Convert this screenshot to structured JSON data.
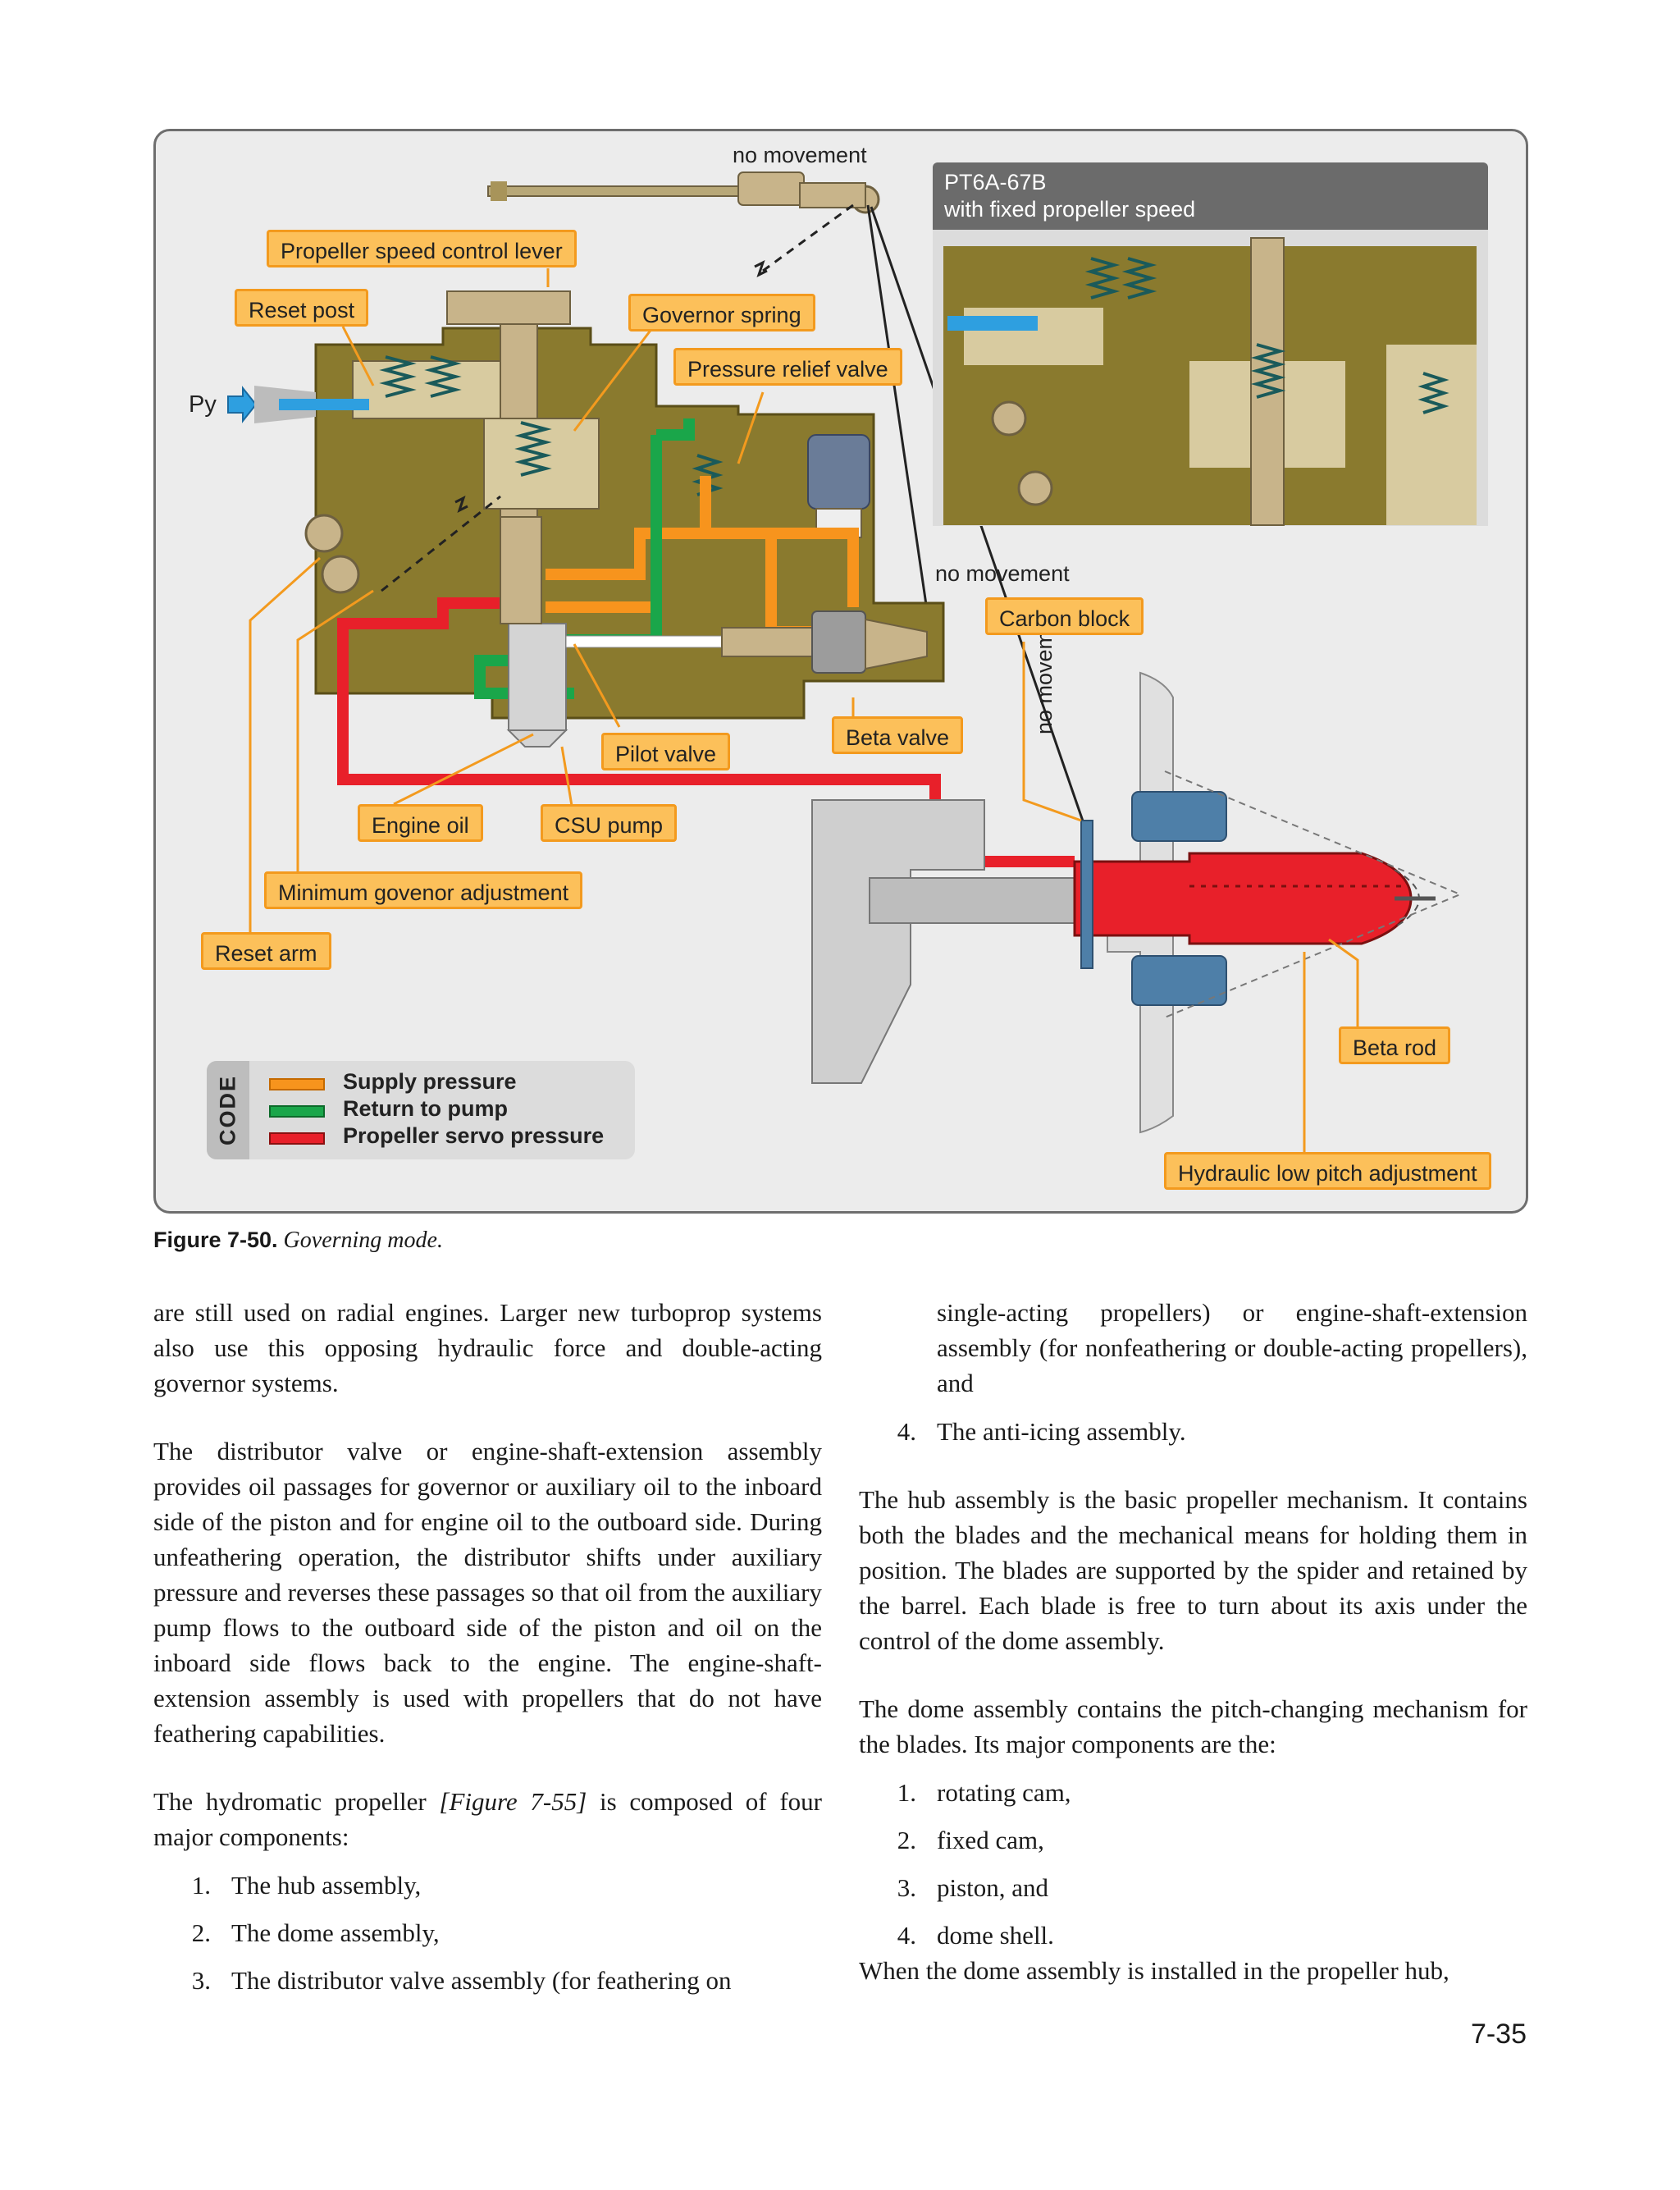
{
  "figure": {
    "inset": {
      "model": "PT6A-67B",
      "subtitle": "with fixed propeller speed"
    },
    "labels": {
      "no_movement_top": "no movement",
      "no_movement_mid": "no movement",
      "no_movement_vertical": "no movement",
      "py": "Py",
      "propeller_speed_control_lever": "Propeller speed control lever",
      "reset_post": "Reset post",
      "governor_spring": "Governor spring",
      "pressure_relief_valve": "Pressure relief valve",
      "carbon_block": "Carbon block",
      "beta_valve": "Beta valve",
      "pilot_valve": "Pilot valve",
      "engine_oil": "Engine oil",
      "csu_pump": "CSU pump",
      "minimum_governor_adjustment": "Minimum govenor adjustment",
      "reset_arm": "Reset arm",
      "beta_rod": "Beta rod",
      "hydraulic_low_pitch_adjustment": "Hydraulic low pitch adjustment"
    },
    "legend": {
      "code": "CODE",
      "items": [
        {
          "label": "Supply pressure",
          "color": "#f7941d"
        },
        {
          "label": "Return to pump",
          "color": "#1aa64a"
        },
        {
          "label": "Propeller servo pressure",
          "color": "#e8202a"
        }
      ]
    },
    "colors": {
      "housing": "#8a7a2e",
      "supply": "#f7941d",
      "return": "#1aa64a",
      "servo": "#e8202a",
      "callout_fill": "#fcc05a",
      "callout_border": "#f39a1e",
      "py_arrow": "#2e9fe0"
    },
    "caption_number": "Figure 7-50.",
    "caption_title": "Governing mode."
  },
  "left_column": {
    "p1": "are still used on radial engines. Larger new turboprop systems also use this opposing hydraulic force and double-acting governor systems.",
    "p2": "The distributor valve or engine-shaft-extension assembly provides oil passages for governor or auxiliary oil to the inboard side of the piston and for engine oil to the outboard side. During unfeathering operation, the distributor shifts under auxiliary pressure and reverses these passages so that oil from the auxiliary pump flows to the outboard side of the piston and oil on the inboard side flows back to the engine. The engine-shaft-extension assembly is used with propellers that do not have feathering capabilities.",
    "p3_before": "The hydromatic propeller ",
    "p3_ref": "[Figure 7-55]",
    "p3_after": " is composed of four major components:",
    "list": [
      {
        "num": "1.",
        "text": "The hub assembly,"
      },
      {
        "num": "2.",
        "text": "The dome assembly,"
      },
      {
        "num": "3.",
        "text": "The distributor valve assembly (for feathering on"
      }
    ]
  },
  "right_column": {
    "cont": "single-acting propellers) or engine-shaft-extension assembly (for nonfeathering or double-acting propellers), and",
    "item4_num": "4.",
    "item4_text": "The anti-icing assembly.",
    "p1": "The hub assembly is the basic propeller mechanism. It contains both the blades and the mechanical means for holding them in position. The blades are supported by the spider and retained by the barrel. Each blade is free to turn about its axis under the control of the dome assembly.",
    "p2": "The dome assembly contains the pitch-changing mechanism for the blades. Its major components are the:",
    "list": [
      {
        "num": "1.",
        "text": "rotating cam,"
      },
      {
        "num": "2.",
        "text": "fixed cam,"
      },
      {
        "num": "3.",
        "text": "piston, and"
      },
      {
        "num": "4.",
        "text": "dome shell."
      }
    ],
    "p3": "When the dome assembly is installed in the propeller hub,"
  },
  "page_number": "7-35"
}
